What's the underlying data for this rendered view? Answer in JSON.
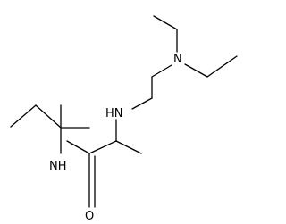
{
  "molecule": {
    "atom_labels": {
      "amine_n_diethyl": "N",
      "amine_nh_secondary": "HN",
      "amide_nh": "NH",
      "carbonyl_o": "O"
    },
    "colors": {
      "bond": "#000000",
      "label": "#000000",
      "background": "#ffffff"
    }
  }
}
